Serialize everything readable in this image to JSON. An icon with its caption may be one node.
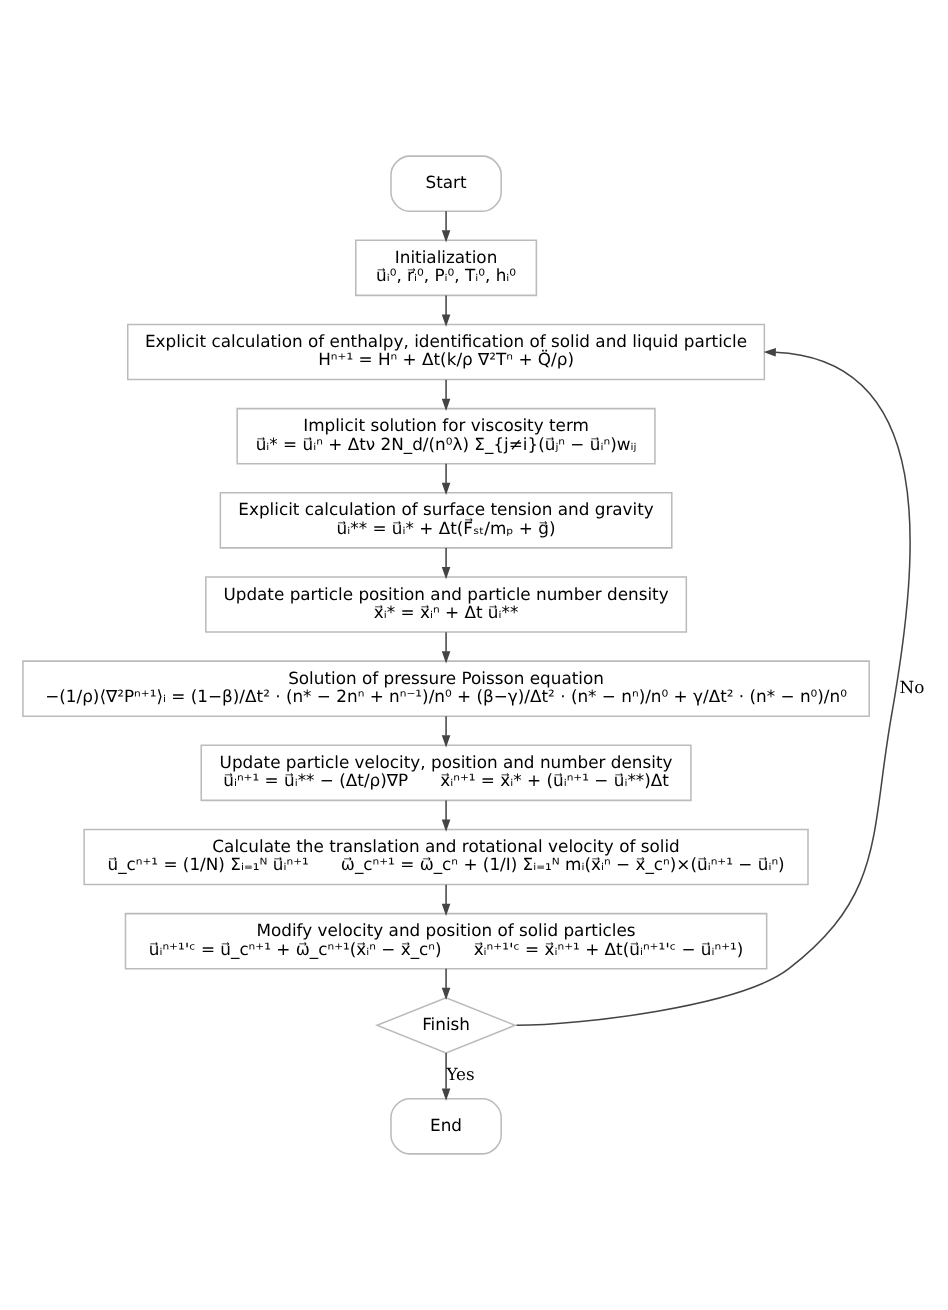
{
  "diagram": {
    "nodes": [
      {
        "text": [
          "Start"
        ]
      },
      {
        "text": [
          "Initialization",
          "u⃗ᵢ⁰, r⃗ᵢ⁰, Pᵢ⁰, Tᵢ⁰, hᵢ⁰"
        ]
      },
      {
        "text": [
          "Explicit calculation of enthalpy, identification of solid and liquid particle",
          "Hⁿ⁺¹ = Hⁿ + Δt(k/ρ ∇²Tⁿ + Q̈/ρ)"
        ]
      },
      {
        "text": [
          "Implicit solution for viscosity term",
          "u⃗ᵢ* = u⃗ᵢⁿ + Δtν 2N_d/(n⁰λ) Σ_{j≠i}(u⃗ⱼⁿ − u⃗ᵢⁿ)wᵢⱼ"
        ]
      },
      {
        "text": [
          "Explicit calculation of surface tension and gravity",
          "u⃗ᵢ** = u⃗ᵢ* + Δt(F⃗ₛₜ/mₚ + g⃗)"
        ]
      },
      {
        "text": [
          "Update particle position and particle number density",
          "x⃗ᵢ* = x⃗ᵢⁿ + Δt u⃗ᵢ**"
        ]
      },
      {
        "text": [
          "Solution of pressure Poisson equation",
          "−(1/ρ)⟨∇²Pⁿ⁺¹⟩ᵢ = (1−β)/Δt² · (n* − 2nⁿ + nⁿ⁻¹)/n⁰ + (β−γ)/Δt² · (n* − nⁿ)/n⁰ + γ/Δt² · (n* − n⁰)/n⁰"
        ]
      },
      {
        "text": [
          "Update particle velocity, position and number density",
          "u⃗ᵢⁿ⁺¹ = u⃗ᵢ** − (Δt/ρ)∇P",
          "x⃗ᵢⁿ⁺¹ = x⃗ᵢ* + (u⃗ᵢⁿ⁺¹ − u⃗ᵢ**)Δt"
        ]
      },
      {
        "text": [
          "Calculate the translation and rotational velocity of solid",
          "u⃗_cⁿ⁺¹ = (1/N) Σᵢ₌₁ᴺ u⃗ᵢⁿ⁺¹",
          "ω⃗_cⁿ⁺¹ = ω⃗_cⁿ + (1/I) Σᵢ₌₁ᴺ mᵢ(x⃗ᵢⁿ − x⃗_cⁿ)×(u⃗ᵢⁿ⁺¹ − u⃗ᵢⁿ)"
        ]
      },
      {
        "text": [
          "Modify velocity and position of solid particles",
          "u⃗ᵢⁿ⁺¹'ᶜ = u⃗_cⁿ⁺¹ + ω⃗_cⁿ⁺¹(x⃗ᵢⁿ − x⃗_cⁿ)",
          "x⃗ᵢⁿ⁺¹'ᶜ = x⃗ᵢⁿ⁺¹ + Δt(u⃗ᵢⁿ⁺¹'ᶜ − u⃗ᵢⁿ⁺¹)"
        ]
      },
      {
        "text": [
          "Finish"
        ]
      },
      {
        "text": [
          "End"
        ]
      }
    ],
    "edges": [
      {
        "from": 0,
        "to": 1,
        "arrow": "to"
      },
      {
        "from": 1,
        "to": 2,
        "arrow": "to"
      },
      {
        "from": 2,
        "to": 3,
        "arrow": "to"
      },
      {
        "from": 3,
        "to": 4,
        "arrow": "to"
      },
      {
        "from": 4,
        "to": 5,
        "arrow": "to"
      },
      {
        "from": 5,
        "to": 6,
        "arrow": "to"
      },
      {
        "from": 6,
        "to": 7,
        "arrow": "to"
      },
      {
        "from": 7,
        "to": 8,
        "arrow": "to"
      },
      {
        "from": 8,
        "to": 9,
        "arrow": "to"
      },
      {
        "from": 9,
        "to": 10,
        "arrow": "to"
      },
      {
        "from": 10,
        "to": 11,
        "label": "Yes",
        "arrow": "to"
      },
      {
        "from": 10,
        "to": 2,
        "label": "No",
        "arrow": "to"
      }
    ]
  }
}
